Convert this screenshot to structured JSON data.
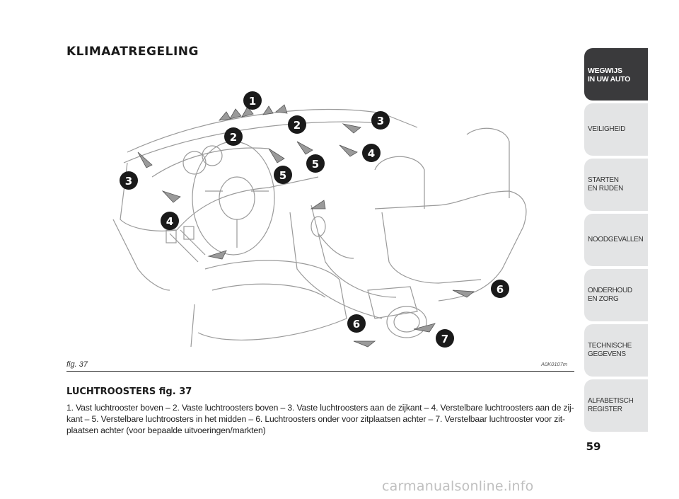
{
  "page": {
    "title": "KLIMAATREGELING",
    "number": "59",
    "watermark": "carmanualsonline.info"
  },
  "figure": {
    "caption": "fig. 37",
    "code": "A0K0107m",
    "callouts": [
      "1",
      "2",
      "2",
      "3",
      "3",
      "4",
      "4",
      "5",
      "5",
      "6",
      "6",
      "7"
    ]
  },
  "section": {
    "heading": "LUCHTROOSTERS fig. 37",
    "line1": "1. Vast luchtrooster boven – 2. Vaste luchtroosters boven – 3. Vaste luchtroosters aan de zijkant – 4. Verstelbare luchtroosters aan de zij-",
    "line2": "kant – 5. Verstelbare luchtroosters in het midden – 6. Luchtroosters onder voor zitplaatsen achter – 7. Verstelbaar luchtrooster voor zit-",
    "line3": "plaatsen achter (voor bepaalde uitvoeringen/markten)"
  },
  "sidebar": {
    "tabs": [
      {
        "label": "WEGWIJS\nIN UW AUTO",
        "active": true
      },
      {
        "label": "VEILIGHEID",
        "active": false
      },
      {
        "label": "STARTEN\nEN RIJDEN",
        "active": false
      },
      {
        "label": "NOODGEVALLEN",
        "active": false
      },
      {
        "label": "ONDERHOUD\nEN ZORG",
        "active": false
      },
      {
        "label": "TECHNISCHE\nGEGEVENS",
        "active": false
      },
      {
        "label": "ALFABETISCH\nREGISTER",
        "active": false
      }
    ]
  },
  "colors": {
    "callout": "#1a1a1a",
    "tab_active": "#3a3a3c",
    "tab": "#e3e4e5",
    "arrow": "#8a8a8a"
  }
}
